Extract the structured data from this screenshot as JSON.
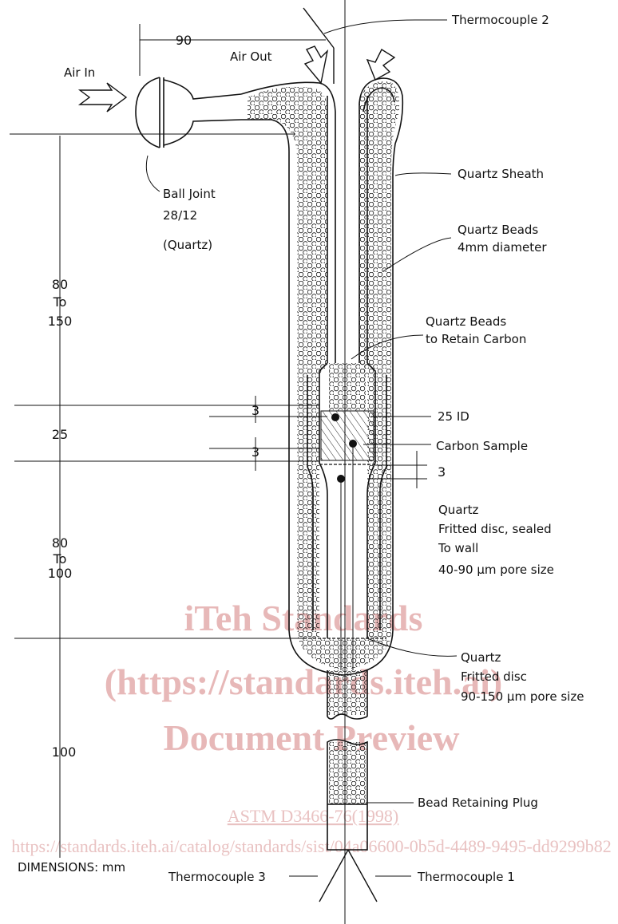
{
  "labels": {
    "thermocouple_2": "Thermocouple 2",
    "air_out": "Air Out",
    "air_in": "Air In",
    "quartz_sheath": "Quartz Sheath",
    "ball_joint": "Ball Joint",
    "ball_joint_size": "28/12",
    "ball_joint_material": "(Quartz)",
    "quartz_beads_line1": "Quartz Beads",
    "quartz_beads_line2": "4mm diameter",
    "retain_line1": "Quartz Beads",
    "retain_line2": "to Retain Carbon",
    "id_25": "25 ID",
    "carbon_sample": "Carbon Sample",
    "fritted_1_line1": "Quartz",
    "fritted_1_line2": "Fritted disc, sealed",
    "fritted_1_line3": "To wall",
    "fritted_1_line4": "40-90 μm pore size",
    "fritted_2_line1": "Quartz",
    "fritted_2_line2": "Fritted disc",
    "fritted_2_line3": "90-150 μm pore size",
    "bead_plug": "Bead Retaining Plug",
    "thermocouple_3": "Thermocouple 3",
    "thermocouple_1": "Thermocouple 1",
    "dimensions_note": "DIMENSIONS: mm"
  },
  "dimensions": {
    "d90": "90",
    "d80a_1": "80",
    "d80a_2": "To",
    "d80a_3": "150",
    "d25": "25",
    "d80b_1": "80",
    "d80b_2": "To",
    "d80b_3": "100",
    "d100": "100",
    "d3a": "3",
    "d3b": "3",
    "d3c": "3"
  },
  "watermark": {
    "line1": "iTeh Standards",
    "line2": "(https://standards.iteh.ai)",
    "line3": "Document Preview",
    "line4": "ASTM D3466-76(1998)",
    "line5": "https://standards.iteh.ai/catalog/standards/sist/04a06600-0b5d-4489-9495-dd9299b82"
  }
}
